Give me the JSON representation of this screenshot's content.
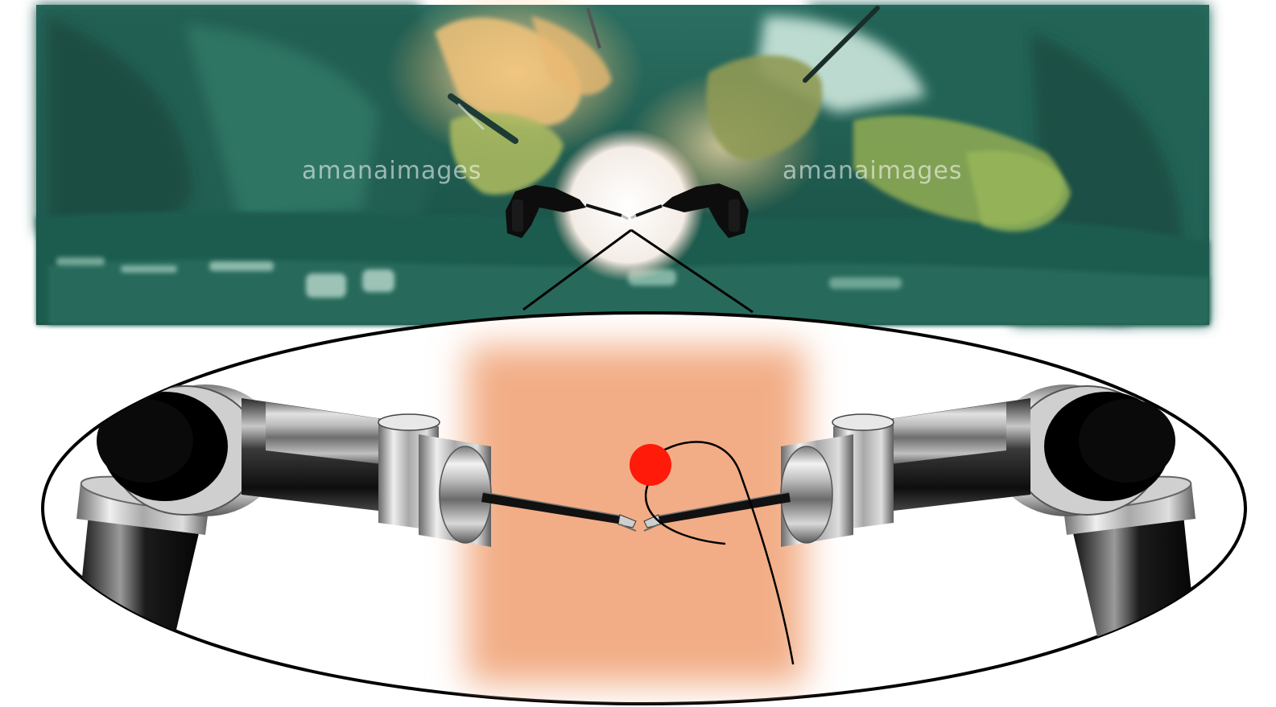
{
  "watermarks": [
    {
      "text": "amanaimages"
    },
    {
      "text": "amanaimages"
    }
  ],
  "colors": {
    "scrubs_green": "#2f7a6a",
    "scrubs_dark": "#123f36",
    "skin_tone": "#f2ad86",
    "marker_red": "#ff1a0a",
    "metal_light": "#e6e6e6",
    "metal_dark": "#141414"
  },
  "icons": [
    "robotic-arm-left",
    "robotic-arm-right",
    "target-point",
    "suture-thread",
    "magnifier-ellipse"
  ]
}
